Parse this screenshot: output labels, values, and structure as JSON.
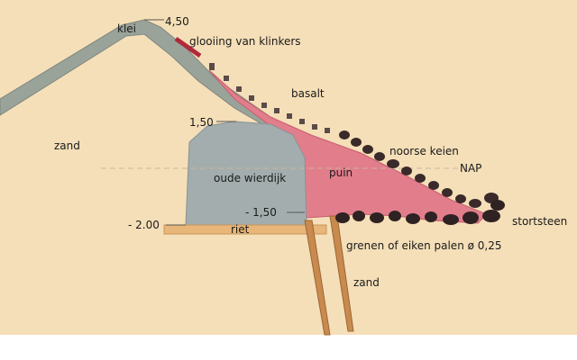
{
  "diagram": {
    "labels": {
      "klei": "klei",
      "level_top": "4,50",
      "glooiing": "glooiing van klinkers",
      "basalt": "basalt",
      "level_150": "1,50",
      "zand_left": "zand",
      "noorse_keien": "noorse keien",
      "nap": "NAP",
      "oude_wierdijk": "oude wierdijk",
      "puin": "puin",
      "level_neg150": "- 1,50",
      "level_neg200": "- 2.00",
      "riet": "riet",
      "stortsteen": "stortsteen",
      "palen": "grenen of eiken palen ø 0,25",
      "zand_bottom": "zand"
    },
    "colors": {
      "background": "#f5dfb8",
      "dike_line": "#9aa39a",
      "old_dike": "#a4adad",
      "puin": "#e27d8c",
      "riet": "#e8b679",
      "stone": "#3a2a2a",
      "brick": "#b0293a",
      "pile": "#c98a4e"
    }
  }
}
